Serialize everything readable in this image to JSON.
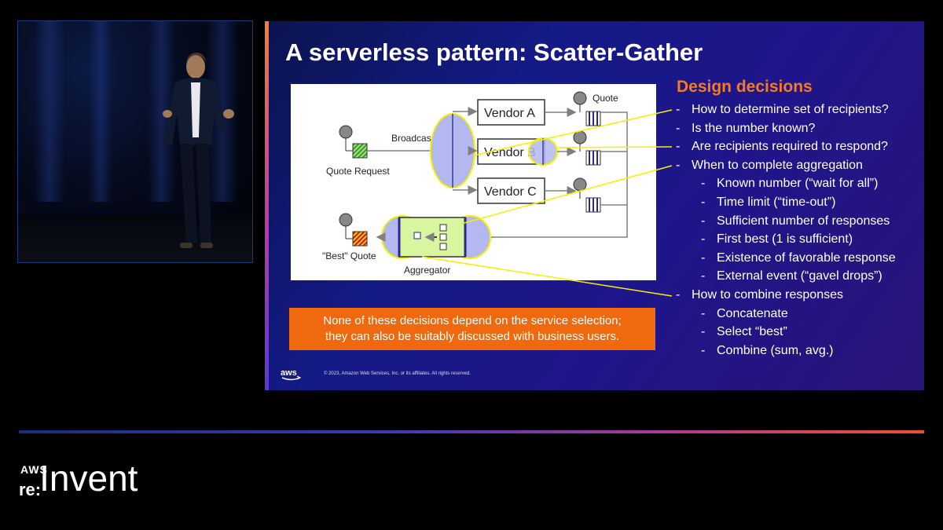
{
  "slide": {
    "title": "A serverless pattern: Scatter-Gather",
    "diagram": {
      "quote_request": "Quote Request",
      "broadcast": "Broadcast",
      "vendors": [
        "Vendor A",
        "Vendor B",
        "Vendor C"
      ],
      "quote": "Quote",
      "best_quote": "\"Best\" Quote",
      "aggregator": "Aggregator"
    },
    "callout": {
      "line1": "None of these decisions depend on the service selection;",
      "line2": "they can also be suitably discussed with business users."
    },
    "decisions": {
      "title": "Design decisions",
      "items": [
        {
          "level": 1,
          "text": "How to determine set of recipients?"
        },
        {
          "level": 1,
          "text": "Is the number known?"
        },
        {
          "level": 1,
          "text": "Are recipients required to respond?"
        },
        {
          "level": 1,
          "text": "When to complete aggregation"
        },
        {
          "level": 2,
          "text": "Known number (“wait for all”)"
        },
        {
          "level": 2,
          "text": "Time limit (“time-out”)"
        },
        {
          "level": 2,
          "text": "Sufficient number of responses"
        },
        {
          "level": 2,
          "text": "First best (1 is sufficient)"
        },
        {
          "level": 2,
          "text": "Existence of favorable response"
        },
        {
          "level": 2,
          "text": "External event (“gavel drops”)"
        },
        {
          "level": 1,
          "text": "How to combine responses"
        },
        {
          "level": 2,
          "text": "Concatenate"
        },
        {
          "level": 2,
          "text": "Select “best”"
        },
        {
          "level": 2,
          "text": "Combine (sum, avg.)"
        }
      ]
    },
    "footer": {
      "logo": "aws",
      "copyright": "© 2023, Amazon Web Services, Inc. or its affiliates. All rights reserved."
    }
  },
  "event_brand": {
    "aws": "AWS",
    "re": "re:",
    "invent": "Invent"
  },
  "colors": {
    "accent_orange": "#f57a24",
    "callout_bg": "#f0690f",
    "highlight_yellow": "#f5f000",
    "ellipse_fill": "#b3b8f0"
  }
}
